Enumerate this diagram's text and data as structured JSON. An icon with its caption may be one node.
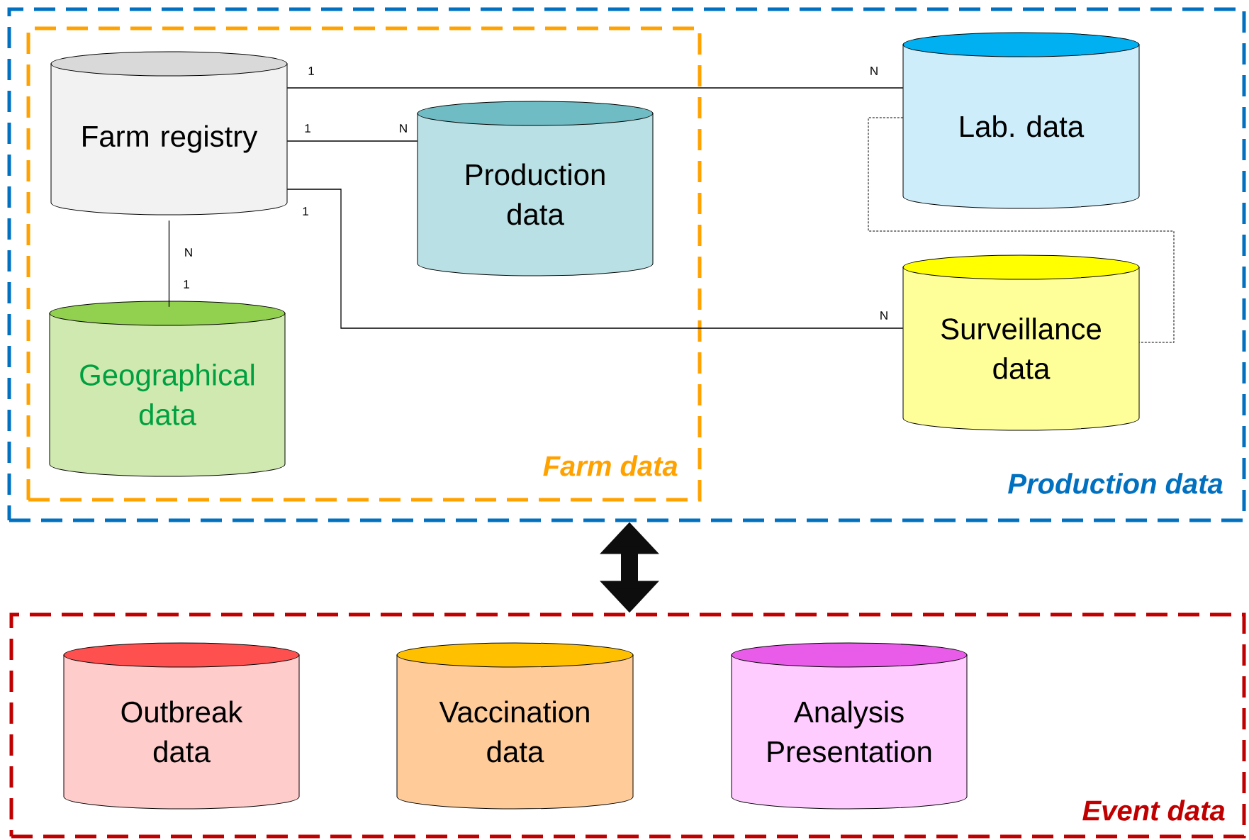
{
  "diagram": {
    "nodes": [
      {
        "text": [
          "Production data"
        ]
      },
      {
        "text": [
          "Farm data"
        ],
        "in": 0
      },
      {
        "text": [
          "Farm registry"
        ],
        "in": 1
      },
      {
        "text": [
          "Production data"
        ],
        "in": 1
      },
      {
        "text": [
          "Geographical data"
        ],
        "in": 1
      },
      {
        "text": [
          "Lab. data"
        ],
        "in": 0
      },
      {
        "text": [
          "Surveillance data"
        ],
        "in": 0
      },
      {
        "text": [
          "Event data"
        ]
      },
      {
        "text": [
          "Outbreak data"
        ],
        "in": 7
      },
      {
        "text": [
          "Vaccination data"
        ],
        "in": 7
      },
      {
        "text": [
          "Analysis Presentation"
        ],
        "in": 7
      }
    ],
    "edges": [
      {
        "from": 2,
        "to": 5,
        "arrow": "none"
      },
      {
        "from": 2,
        "to": 3,
        "arrow": "none"
      },
      {
        "from": 2,
        "to": 6,
        "arrow": "none"
      },
      {
        "from": 2,
        "to": 4,
        "arrow": "none"
      },
      {
        "from": 5,
        "to": 6,
        "arrow": "none",
        "style": "dashed"
      },
      {
        "from": 0,
        "to": 7,
        "arrow": "both",
        "style": "thick"
      }
    ],
    "labels": [
      "1",
      "N",
      "1",
      "N",
      "1",
      "N",
      "1",
      "N"
    ]
  }
}
